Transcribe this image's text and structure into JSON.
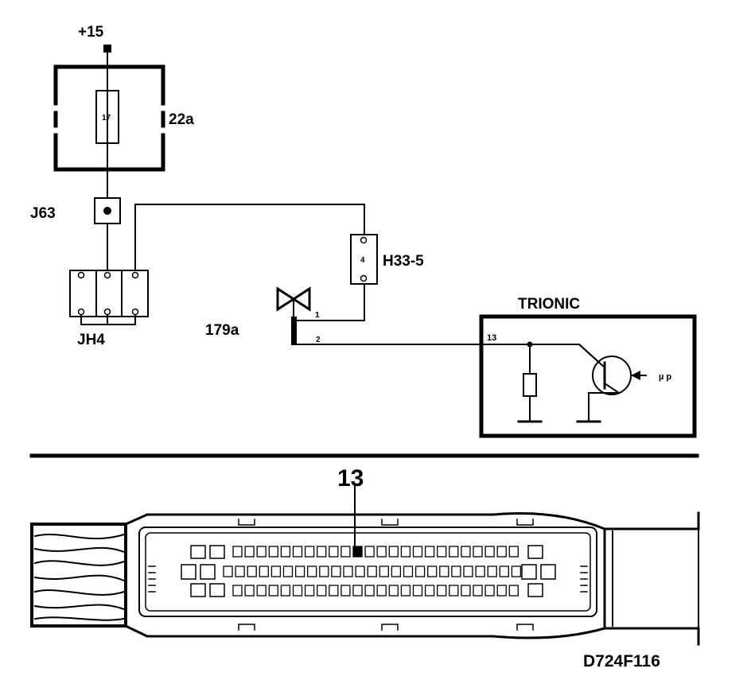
{
  "labels": {
    "supply": "+15",
    "fuse_box": "22a",
    "fuse_number": "17",
    "junction": "J63",
    "connector_jh4": "JH4",
    "connector_h33": "H33-5",
    "h33_pin": "4",
    "valve": "179a",
    "valve_pin_1": "1",
    "valve_pin_2": "2",
    "ecu": "TRIONIC",
    "ecu_pin": "13",
    "ecu_signal": "µ p",
    "connector_pin_callout": "13",
    "drawing_id": "D724F116"
  }
}
